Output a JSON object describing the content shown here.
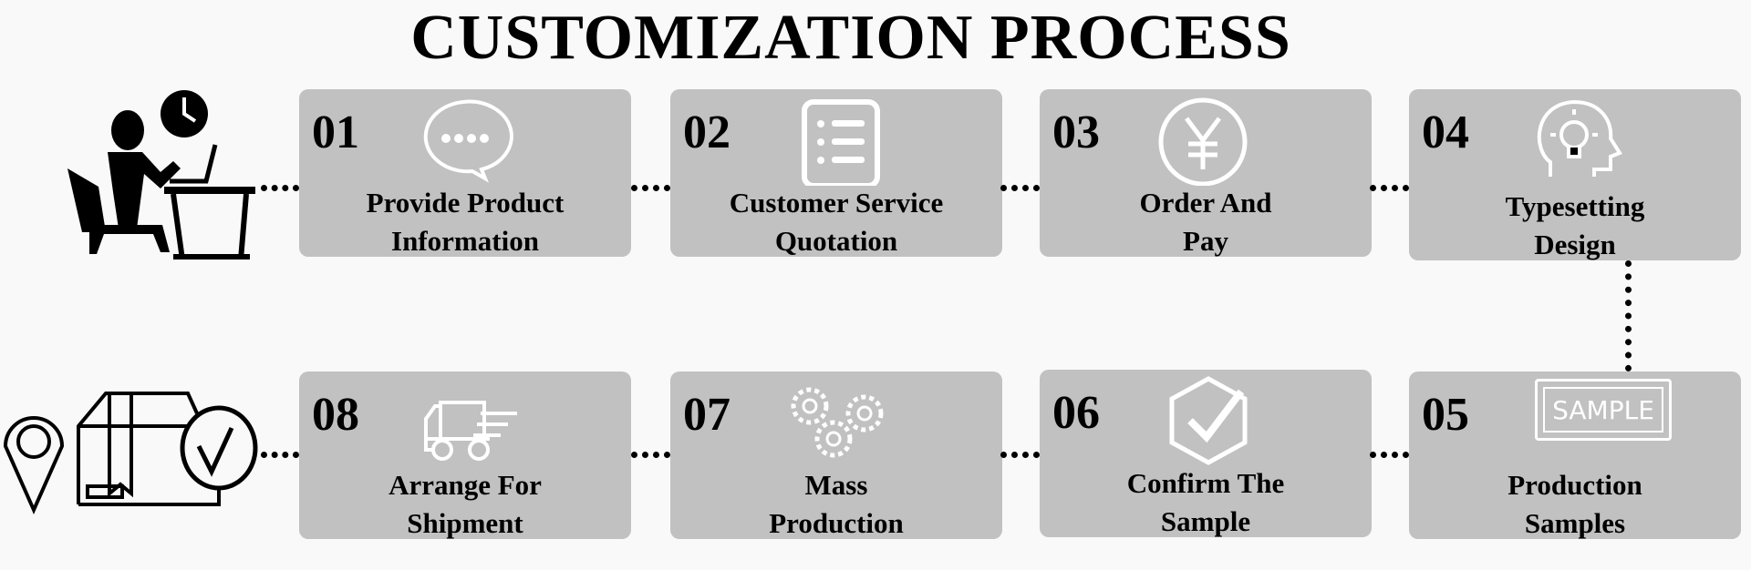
{
  "title": "CUSTOMIZATION PROCESS",
  "steps": [
    {
      "num": "01",
      "line1": "Provide Product",
      "line2": "Information",
      "icon": "chat-bubble-icon"
    },
    {
      "num": "02",
      "line1": "Customer Service",
      "line2": "Quotation",
      "icon": "list-icon"
    },
    {
      "num": "03",
      "line1": "Order And",
      "line2": "Pay",
      "icon": "yen-icon"
    },
    {
      "num": "04",
      "line1": "Typesetting",
      "line2": "Design",
      "icon": "idea-head-icon"
    },
    {
      "num": "05",
      "line1": "Production",
      "line2": "Samples",
      "icon": "sample-stamp-icon",
      "stamp": "SAMPLE"
    },
    {
      "num": "06",
      "line1": "Confirm The",
      "line2": "Sample",
      "icon": "hexagon-check-icon"
    },
    {
      "num": "07",
      "line1": "Mass",
      "line2": "Production",
      "icon": "gears-icon"
    },
    {
      "num": "08",
      "line1": "Arrange For",
      "line2": "Shipment",
      "icon": "delivery-truck-icon"
    }
  ]
}
